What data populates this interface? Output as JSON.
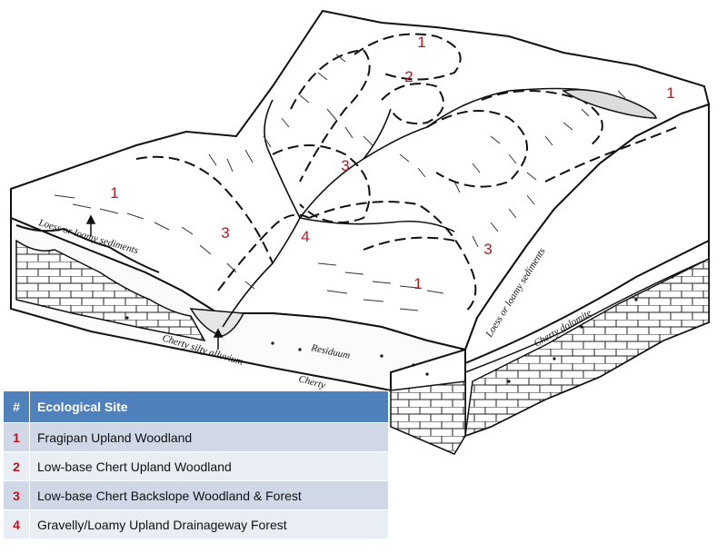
{
  "site_labels": [
    "1",
    "2",
    "1",
    "1",
    "3",
    "3",
    "4",
    "3",
    "1"
  ],
  "strata_labels": {
    "loess_left": "Loess or loamy sediments",
    "cherty_silty_alluvium": "Cherty silty alluvium",
    "residuum": "Residuum",
    "cherty_front": "Cherty",
    "loess_right": "Loess or loamy sediments",
    "cherty_dolomite": "Cherty dolomite"
  },
  "legend": {
    "header_num": "#",
    "header_site": "Ecological Site",
    "rows": [
      {
        "num": "1",
        "name": "Fragipan Upland Woodland"
      },
      {
        "num": "2",
        "name": "Low-base Chert Upland Woodland"
      },
      {
        "num": "3",
        "name": "Low-base Chert Backslope Woodland & Forest"
      },
      {
        "num": "4",
        "name": "Gravelly/Loamy Upland Drainageway Forest"
      }
    ]
  },
  "colors": {
    "site_number": "#c0141c",
    "legend_header": "#4f81bd",
    "legend_row_odd": "#d0d8e8",
    "legend_row_even": "#e9edf4"
  }
}
